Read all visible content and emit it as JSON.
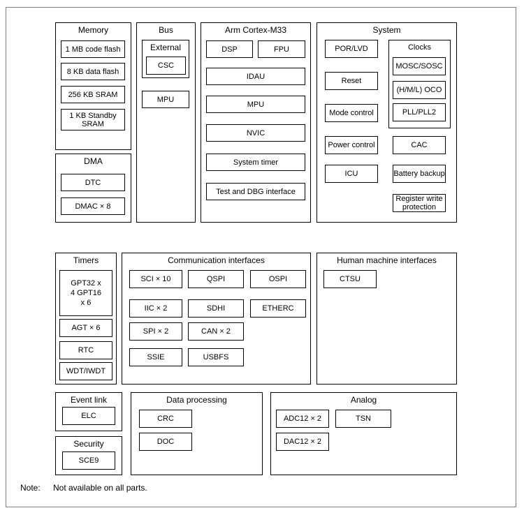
{
  "memory": {
    "title": "Memory",
    "items": [
      "1 MB code flash",
      "8 KB data flash",
      "256 KB SRAM",
      "1 KB Standby SRAM"
    ]
  },
  "bus": {
    "title": "Bus",
    "external_title": "External",
    "csc": "CSC",
    "mpu": "MPU"
  },
  "cpu": {
    "title": "Arm Cortex-M33",
    "dsp": "DSP",
    "fpu": "FPU",
    "items": [
      "IDAU",
      "MPU",
      "NVIC",
      "System timer",
      "Test and DBG interface"
    ]
  },
  "system": {
    "title": "System",
    "left": [
      "POR/LVD",
      "Reset",
      "Mode control",
      "Power control",
      "ICU"
    ],
    "clocks_title": "Clocks",
    "clocks": [
      "MOSC/SOSC",
      "(H/M/L) OCO",
      "PLL/PLL2"
    ],
    "right": [
      "CAC",
      "Battery backup",
      "Register write protection"
    ]
  },
  "dma": {
    "title": "DMA",
    "items": [
      "DTC",
      "DMAC × 8"
    ]
  },
  "timers": {
    "title": "Timers",
    "gpt": "GPT32 x 4 GPT16 x 6",
    "items": [
      "AGT × 6",
      "RTC",
      "WDT/IWDT"
    ]
  },
  "comm": {
    "title": "Communication interfaces",
    "items": [
      "SCI × 10",
      "QSPI",
      "OSPI",
      "IIC × 2",
      "SDHI",
      "ETHERC",
      "SPI × 2",
      "CAN × 2",
      "SSIE",
      "USBFS"
    ]
  },
  "hmi": {
    "title": "Human machine interfaces",
    "items": [
      "CTSU"
    ]
  },
  "event": {
    "title": "Event link",
    "items": [
      "ELC"
    ]
  },
  "security": {
    "title": "Security",
    "items": [
      "SCE9"
    ]
  },
  "dataproc": {
    "title": "Data processing",
    "items": [
      "CRC",
      "DOC"
    ]
  },
  "analog": {
    "title": "Analog",
    "items": [
      "ADC12 × 2",
      "TSN",
      "DAC12 × 2"
    ]
  },
  "note": {
    "label": "Note:",
    "text": "Not available on all parts."
  }
}
